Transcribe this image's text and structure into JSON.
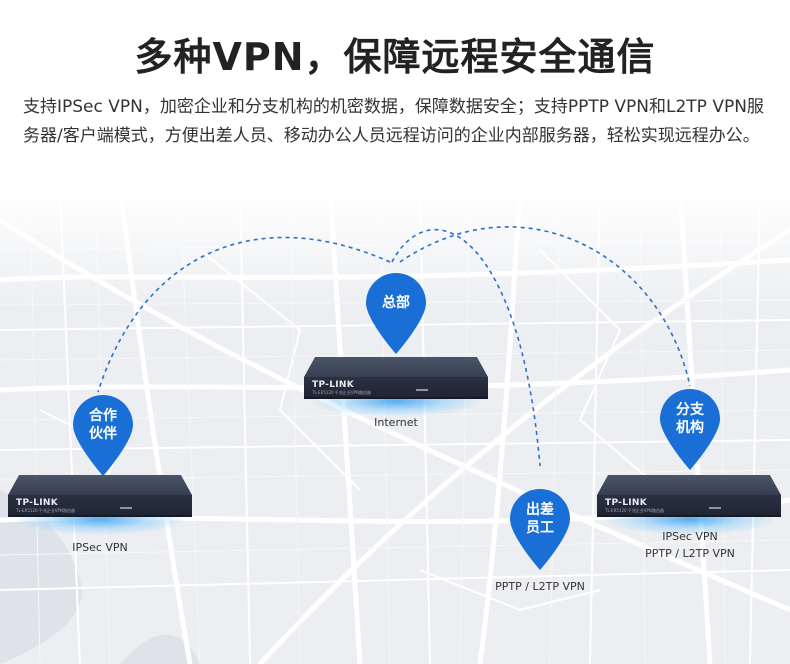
{
  "header": {
    "title": "多种VPN，保障远程安全通信",
    "description": "支持IPSec VPN，加密企业和分支机构的机密数据，保障数据安全；支持PPTP VPN和L2TP VPN服务器/客户端模式，方便出差人员、移动办公人员远程访问的企业内部服务器，轻松实现远程办公。"
  },
  "nodes": {
    "hq": {
      "pin_label": "总部",
      "caption": "Internet"
    },
    "partner": {
      "pin_label_line1": "合作",
      "pin_label_line2": "伙伴",
      "caption": "IPSec VPN"
    },
    "branch": {
      "pin_label_line1": "分支",
      "pin_label_line2": "机构",
      "caption_line1": "IPSec VPN",
      "caption_line2": "PPTP / L2TP VPN"
    },
    "traveler": {
      "pin_label_line1": "出差",
      "pin_label_line2": "员工",
      "caption": "PPTP / L2TP VPN"
    }
  },
  "router": {
    "brand": "TP-LINK",
    "model": "TL-ER5120 千兆企业VPN路由器"
  },
  "colors": {
    "pin": "#1a6fd6",
    "link": "#2f6fc9",
    "title": "#222222"
  }
}
